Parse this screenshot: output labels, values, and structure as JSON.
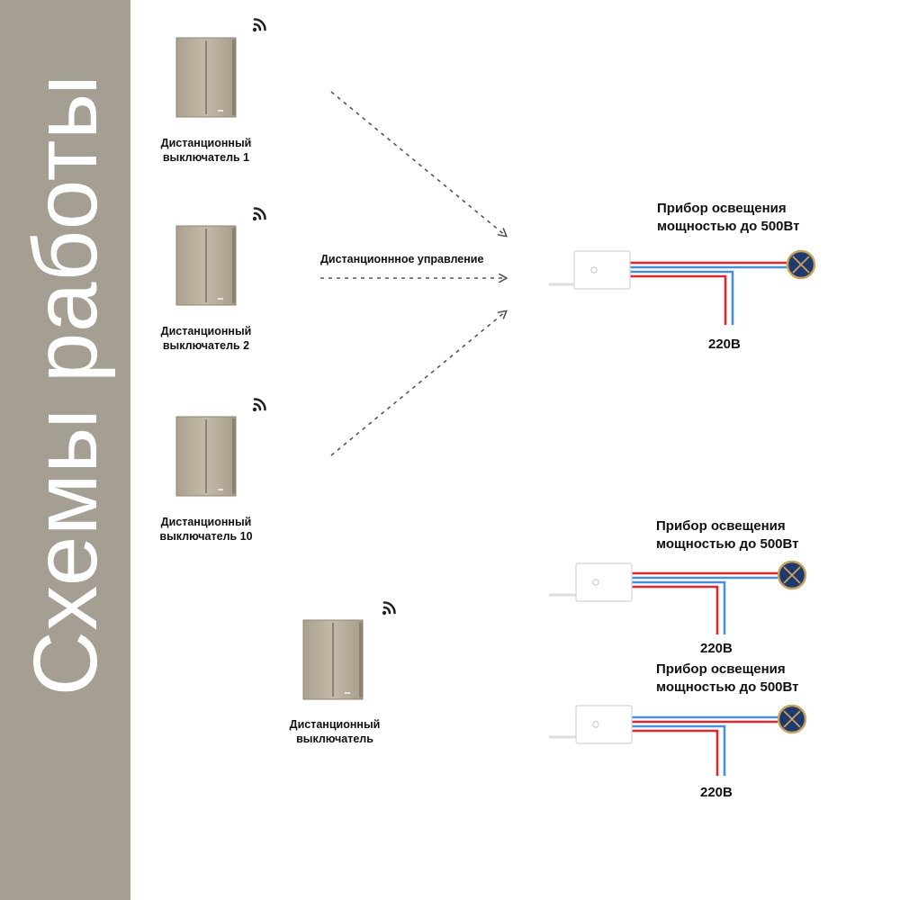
{
  "title": "Схемы работы",
  "switches": [
    {
      "line1": "Дистанционный",
      "line2": "выключатель 1"
    },
    {
      "line1": "Дистанционный",
      "line2": "выключатель 2"
    },
    {
      "line1": "Дистанционный",
      "line2": "выключатель 10"
    },
    {
      "line1": "Дистанционный",
      "line2": "выключатель"
    }
  ],
  "remote_label": "Дистанционнное управление",
  "lamps": [
    {
      "line1": "Прибор освещения",
      "line2": "мощностью до 500Вт",
      "voltage": "220В"
    },
    {
      "line1": "Прибор освещения",
      "line2": "мощностью до 500Вт",
      "voltage": "220В"
    },
    {
      "line1": "Прибор освещения",
      "line2": "мощностью до 500Вт",
      "voltage": "220В"
    }
  ],
  "colors": {
    "sidebar": "#a59e92",
    "switch_plate": "#b3aa99",
    "wire_red": "#e0282a",
    "wire_blue": "#4a90d9",
    "lamp_fill": "#1e3a6e",
    "lamp_ring": "#c9a35a",
    "arrow": "#555555"
  }
}
